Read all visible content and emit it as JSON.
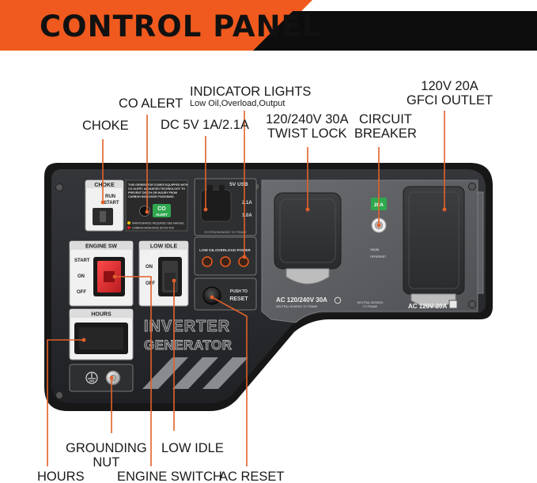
{
  "banner": {
    "title": "CONTROL PANEL"
  },
  "callouts": {
    "choke": "CHOKE",
    "co_alert": "CO ALERT",
    "indicator_lights": "INDICATOR LIGHTS",
    "indicator_lights_sub": "Low Oil,Overload,Output",
    "dc_usb": "DC 5V 1A/2.1A",
    "twist_lock_1": "120/240V 30A",
    "twist_lock_2": "TWIST LOCK",
    "breaker_1": "CIRCUIT",
    "breaker_2": "BREAKER",
    "gfci_1": "120V 20A",
    "gfci_2": "GFCI OUTLET",
    "grounding_1": "GROUNDING",
    "grounding_2": "NUT",
    "low_idle": "LOW IDLE",
    "hours": "HOURS",
    "engine_switch": "ENGINE SWITCH",
    "ac_reset": "AC RESET"
  },
  "panel": {
    "choke": {
      "title": "CHOKE",
      "run": "RUN",
      "start": "START"
    },
    "co_warning": {
      "text_1": "THIS GENERATOR COMES EQUIPPED WITH",
      "text_2": "CO ALERT. ADVANCED TECHNOLOGY TO",
      "text_3": "PREVENT DEATH OR INJURY FROM",
      "text_4": "CARBON MONOXIDE POISONING.",
      "badge_1": "CO",
      "badge_2": "ALERT",
      "legend_1": "MAINTENANCE REQUIRED SEE MANUAL",
      "legend_2": "CARBON MONOXIDE DETECTED"
    },
    "usb": {
      "title": "5V USB",
      "label_a": "2.1A",
      "label_b": "1.0A",
      "caption": "SYSTEM BONDED TO FRAME"
    },
    "indicators": {
      "low_oil": "LOW OIL",
      "overload": "OVERLOAD",
      "power": "POWER"
    },
    "engine_sw": {
      "title": "ENGINE SW",
      "start": "START",
      "on": "ON",
      "off": "OFF"
    },
    "low_idle": {
      "title": "LOW IDLE",
      "on": "ON",
      "off": "OFF"
    },
    "reset": {
      "line_1": "PUSH TO",
      "line_2": "RESET"
    },
    "hours": {
      "title": "HOURS"
    },
    "brand": {
      "line_1": "INVERTER",
      "line_2": "GENERATOR"
    },
    "twist_lock": {
      "label": "AC 120/240V 30A",
      "caption": "NEUTRAL BONDED TO FRAME"
    },
    "breaker": {
      "rating": "20A",
      "on": "ON(IN)",
      "off": "OFF/RESET",
      "caption_1": "NEUTRAL BONDED",
      "caption_2": "TO FRAME"
    },
    "gfci": {
      "label": "AC 120V 20A"
    }
  },
  "colors": {
    "accent": "#f05a1e",
    "panel": "#2a2b2d",
    "bezel": "#161616",
    "plate": "#5d5f62",
    "switch_red": "#d8262b",
    "co_green": "#2fa84f"
  }
}
